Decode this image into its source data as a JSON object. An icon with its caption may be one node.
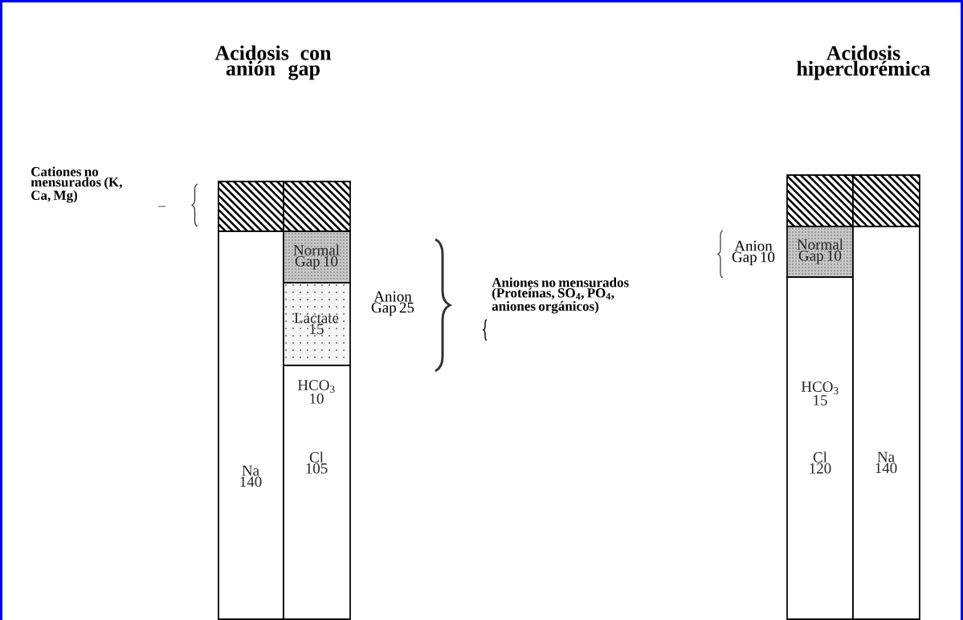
{
  "diagram": {
    "nodes": [
      {
        "text": [],
        "shape": "box"
      },
      {
        "text": [],
        "shape": "box"
      },
      {
        "text": [
          "Na 140"
        ]
      },
      {
        "text": [
          "Normal Gap 10"
        ]
      },
      {
        "text": [
          "Lactate 15"
        ]
      },
      {
        "text": [
          "HCO$_{3}$ 10",
          "Cl 105"
        ]
      },
      {
        "text": [],
        "shape": "box"
      },
      {
        "text": [],
        "shape": "box"
      },
      {
        "text": [
          "Normal Gap 10"
        ]
      },
      {
        "text": [
          "HCO$_{3}$ 15",
          "Cl 120"
        ]
      },
      {
        "text": [
          "Na 140"
        ]
      }
    ],
    "labels": [
      "Acidosis con anión gap",
      "Acidosis hiperclorémica",
      "Cationes no mensurados (K, Ca, Mg)",
      "Anion Gap 25",
      "Aniones no mensurados (Proteínas, SO$_{4}$, PO$_{4}$, aniones orgánicos)",
      "Anion Gap 10"
    ]
  }
}
